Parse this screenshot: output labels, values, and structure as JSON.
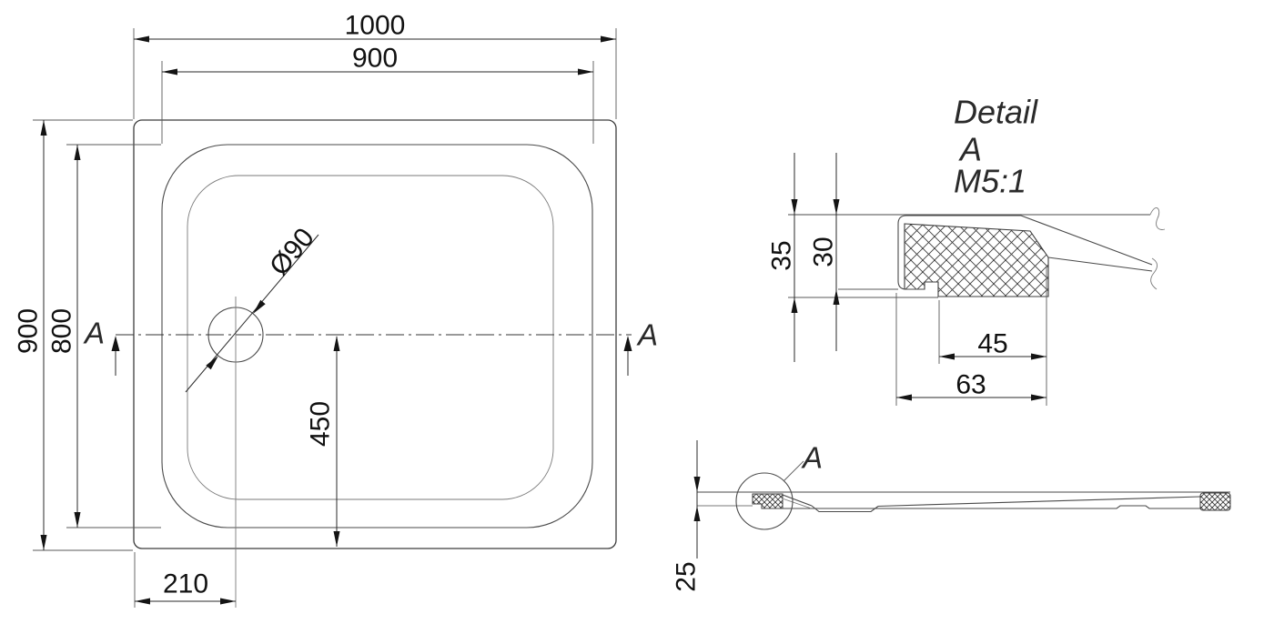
{
  "plan_view": {
    "dim_overall_width": "1000",
    "dim_inner_width": "900",
    "dim_overall_height": "900",
    "dim_inner_height": "800",
    "dim_drain_diameter": "Ø90",
    "dim_drain_center_to_bottom": "450",
    "dim_drain_center_to_left": "210",
    "section_label_left": "A",
    "section_label_right": "A"
  },
  "detail_view": {
    "title_line1": "Detail",
    "title_line2": "A",
    "title_line3": "M5:1",
    "dim_total_height": "35",
    "dim_core_height": "30",
    "dim_base_width": "45",
    "dim_total_width": "63"
  },
  "side_view": {
    "dim_height": "25",
    "detail_circle_label": "A"
  },
  "colors": {
    "line": "#3c3c3c",
    "dimension": "#2a2a2a",
    "text": "#111111",
    "background": "#ffffff"
  }
}
